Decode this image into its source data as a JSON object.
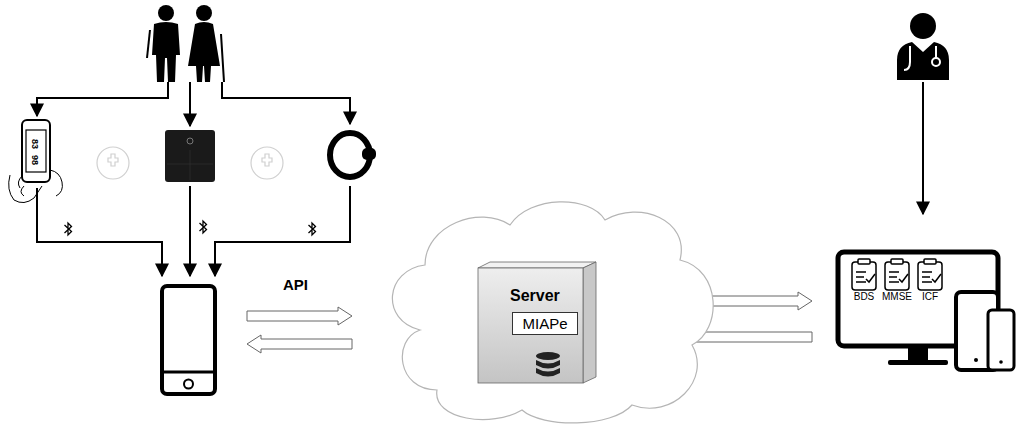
{
  "diagram": {
    "nodes": [
      {
        "text": [
          "Server"
        ]
      },
      {
        "text": [
          "MIAPe"
        ],
        "in": 0
      },
      {
        "text": [
          "BDS",
          "MMSE",
          "ICF"
        ]
      }
    ],
    "edges": [
      {
        "from": 0,
        "to": 2,
        "arrow": "to"
      },
      {
        "from": 2,
        "to": 0,
        "arrow": "to"
      }
    ],
    "labels": [
      "83",
      "98",
      "API"
    ]
  }
}
